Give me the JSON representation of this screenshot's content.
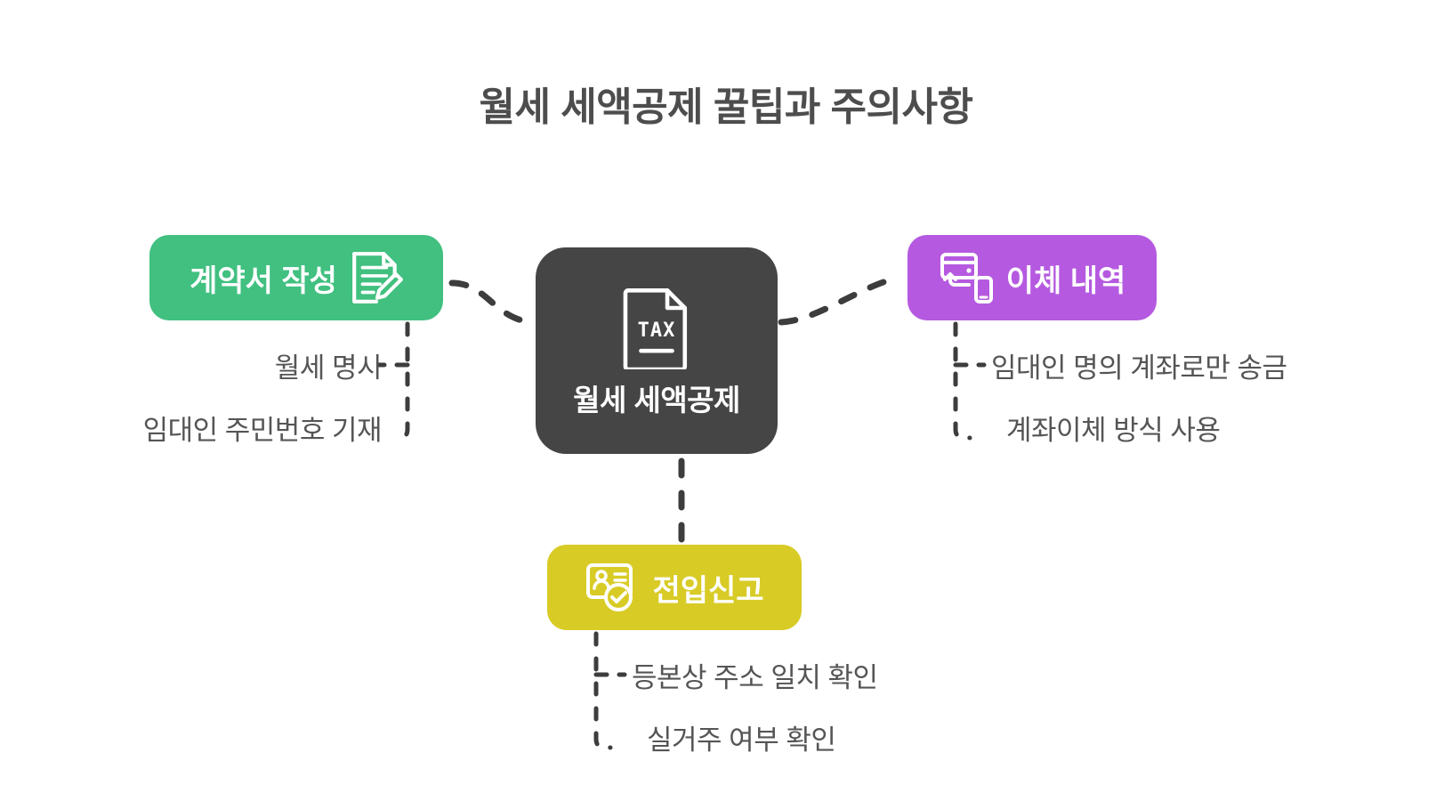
{
  "page": {
    "title": "월세 세액공제 꿀팁과 주의사항",
    "background_color": "#ffffff",
    "title_color": "#4d4d4d"
  },
  "diagram": {
    "type": "mind-map",
    "center": {
      "label": "월세 세액공제",
      "icon": "tax-document-icon",
      "color": "#454545",
      "text_color": "#ffffff"
    },
    "branches": [
      {
        "id": "contract",
        "label": "계약서 작성",
        "icon": "document-pencil-icon",
        "icon_position": "right",
        "color": "#41c080",
        "text_color": "#ffffff",
        "side": "left",
        "items": [
          "월세 명시",
          "임대인 주민번호 기재"
        ]
      },
      {
        "id": "transfer",
        "label": "이체 내역",
        "icon": "card-to-phone-transfer-icon",
        "icon_position": "left",
        "color": "#b55ae0",
        "text_color": "#ffffff",
        "side": "right",
        "items": [
          "임대인 명의 계좌로만 송금",
          "계좌이체 방식 사용"
        ]
      },
      {
        "id": "move-in-report",
        "label": "전입신고",
        "icon": "id-card-check-icon",
        "icon_position": "left",
        "color": "#d8cb26",
        "text_color": "#ffffff",
        "side": "bottom",
        "items": [
          "등본상 주소 일치 확인",
          "실거주 여부 확인"
        ]
      }
    ],
    "connector": {
      "style": "dashed",
      "color": "#3d3d3d"
    },
    "sub_label_color": "#555555"
  }
}
